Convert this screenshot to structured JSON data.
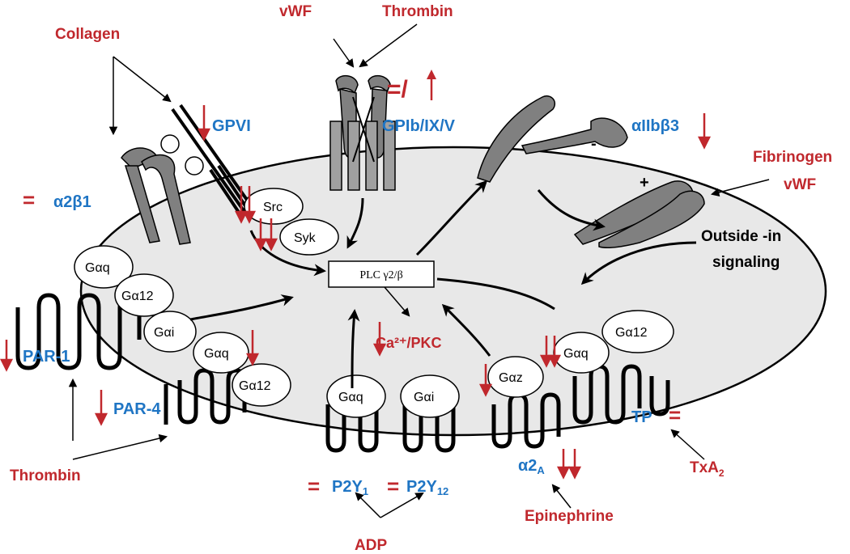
{
  "ligands": {
    "vwf_top": "vWF",
    "thrombin_top": "Thrombin",
    "collagen": "Collagen",
    "fibrinogen": "Fibrinogen",
    "vwf_right": "vWF",
    "thrombin_bottom": "Thrombin",
    "adp": "ADP",
    "epinephrine": "Epinephrine",
    "txa": "TxA",
    "txa_sub": "2"
  },
  "receptors": {
    "gpvi": "GPVI",
    "gpib": "GPIb/IX/V",
    "aiib": "αIIbβ3",
    "a2b1": "α2β1",
    "par1": "PAR-1",
    "par4": "PAR-4",
    "p2y1": "P2Y",
    "p2y1_sub": "1",
    "p2y12": "P2Y",
    "p2y12_sub": "12",
    "a2a": "α2",
    "a2a_sub": "A",
    "tp": "TP"
  },
  "markers": {
    "equal": "=",
    "equal_up": "=/",
    "plus": "+",
    "minus": "-"
  },
  "proteins": {
    "src": "Src",
    "syk": "Syk",
    "gaq_par1": "Gαq",
    "ga12_par1": "Gα12",
    "gai_par1": "Gαi",
    "gaq_par4": "Gαq",
    "ga12_par4": "Gα12",
    "gaq_p2y1": "Gαq",
    "gai_p2y12": "Gαi",
    "gaz": "Gαz",
    "gaq_tp": "Gαq",
    "ga12_tp": "Gα12",
    "plc": "PLC γ2/β",
    "ca_pkc": "Ca²⁺/PKC"
  },
  "signaling": {
    "outside_in_1": "Outside -in",
    "outside_in_2": "signaling"
  },
  "colors": {
    "red": "#c0282d",
    "blue": "#1f75c4",
    "membrane": "#e8e8e8",
    "receptor_gray": "#808080"
  }
}
